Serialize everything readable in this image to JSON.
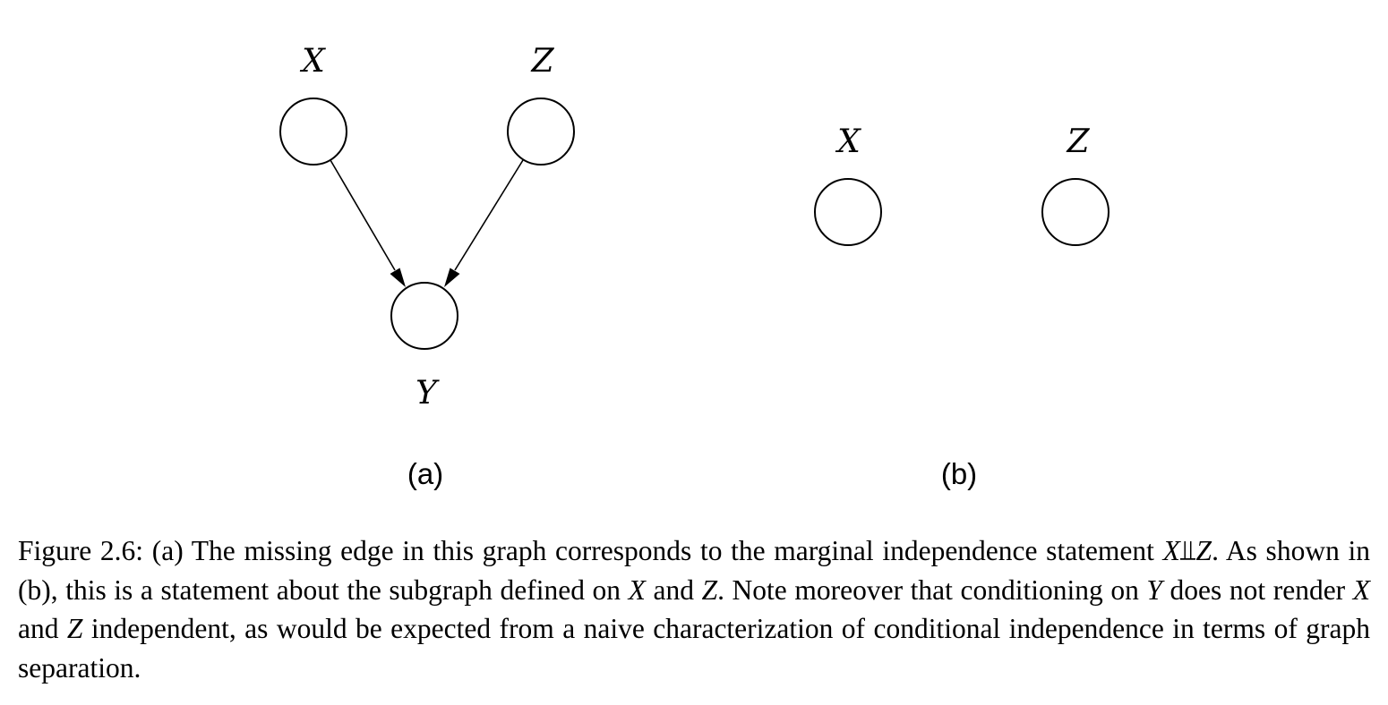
{
  "diagram": {
    "panel_a": {
      "label": "(a)",
      "nodes": {
        "X": "X",
        "Z": "Z",
        "Y": "Y"
      },
      "edges": [
        {
          "from": "X",
          "to": "Y"
        },
        {
          "from": "Z",
          "to": "Y"
        }
      ]
    },
    "panel_b": {
      "label": "(b)",
      "nodes": {
        "X": "X",
        "Z": "Z"
      },
      "edges": []
    }
  },
  "caption": {
    "prefix": "Figure 2.6:  (a) The missing edge in this graph corresponds to the marginal independence statement ",
    "stmt_x": "X",
    "indep_symbol": "⫫",
    "stmt_z": "Z",
    "part1": ".  As shown in (b), this is a statement about the subgraph defined on ",
    "var_x1": "X",
    "part2": " and ",
    "var_z1": "Z",
    "part3": ".  Note moreover that conditioning on ",
    "var_y": "Y",
    "part4": " does not render ",
    "var_x2": "X",
    "part5": " and ",
    "var_z2": "Z",
    "part6": " independent, as would be expected from a naive characterization of conditional independence in terms of graph separation."
  }
}
